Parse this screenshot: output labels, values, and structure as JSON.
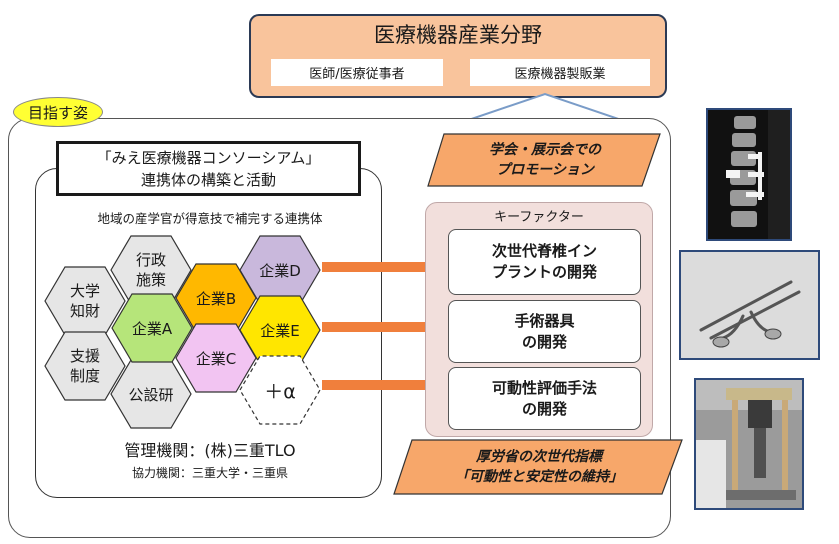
{
  "top": {
    "title": "医療機器産業分野",
    "box1": "医師/医療従事者",
    "box2": "医療機器製販業"
  },
  "goal_badge": "目指す姿",
  "consortium": {
    "title_line1": "「みえ医療機器コンソーシアム」",
    "title_line2": "連携体の構築と活動",
    "subtitle": "地域の産学官が得意技で補完する連携体",
    "hexagons": {
      "gyousei": "行政\n施策",
      "daigaku": "大学\n知財",
      "shien": "支援\n制度",
      "kousetsuken": "公設研",
      "kigyoA": "企業A",
      "kigyoB": "企業B",
      "kigyoC": "企業C",
      "kigyoD": "企業D",
      "kigyoE": "企業E",
      "plus": "＋α"
    },
    "management": "管理機関：(株)三重TLO",
    "cooperation": "協力機関：三重大学・三重県"
  },
  "key_factor": {
    "label": "キーファクター",
    "items": [
      {
        "line1": "次世代脊椎イン",
        "line2": "プラントの開発"
      },
      {
        "line1": "手術器具",
        "line2": "の開発"
      },
      {
        "line1": "可動性評価手法",
        "line2": "の開発"
      }
    ]
  },
  "promotion": {
    "line1": "学会・展示会での",
    "line2": "プロモーション"
  },
  "indicator": {
    "line1": "厚労省の次世代指標",
    "line2": "「可動性と安定性の維持」"
  },
  "colors": {
    "top_box": "#f9c49c",
    "promo_fill": "#f7a76a",
    "goal_badge": "#ffff33",
    "key_factor_bg": "#f2dfdc",
    "arrow": "#f07f3c",
    "hex_gray": "#e6e6e6",
    "hex_green": "#b6e57a",
    "hex_orange": "#ffb800",
    "hex_purple": "#c9b8dc",
    "hex_yellow": "#ffe600",
    "hex_pink": "#f2c4f2",
    "photo_border": "#2e4a7a"
  }
}
